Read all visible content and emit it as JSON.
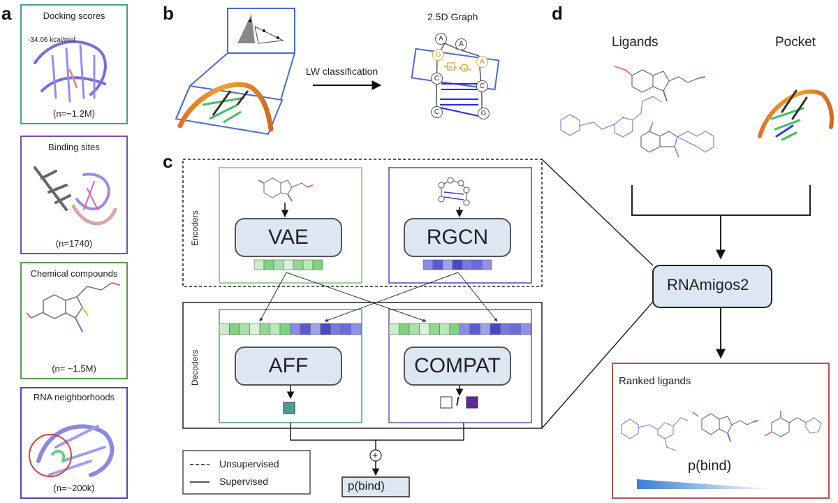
{
  "panels": {
    "a": "a",
    "b": "b",
    "c": "c",
    "d": "d"
  },
  "panel_a": {
    "boxes": [
      {
        "title": "Docking scores",
        "annotation": "-34.06 kcal/mol",
        "count": "(n=~1.2M)",
        "border": "#4a9a9a"
      },
      {
        "title": "Binding sites",
        "count": "(n=1740)",
        "border": "#7a4fb0"
      },
      {
        "title": "Chemical compounds",
        "count": "(n= ~1.5M)",
        "border": "#5a9a4a"
      },
      {
        "title": "RNA neighborhoods",
        "count": "(n=~200k)",
        "border": "#4a4ac0"
      }
    ]
  },
  "panel_b": {
    "arrow_label": "LW classification",
    "graph_label": "2.5D Graph",
    "nodes": [
      "A",
      "A",
      "G",
      "A",
      "C",
      "C",
      "C",
      "G"
    ]
  },
  "panel_c": {
    "encoders_label": "Encoders",
    "decoders_label": "Decoders",
    "vae": "VAE",
    "rgcn": "RGCN",
    "aff": "AFF",
    "compat": "COMPAT",
    "compat_sep": "/",
    "plus": "+",
    "output": "p(bind)",
    "legend": {
      "dashed": "Unsupervised",
      "solid": "Supervised"
    }
  },
  "panel_d": {
    "ligands": "Ligands",
    "pocket": "Pocket",
    "model": "RNAmigos2",
    "ranked": "Ranked ligands",
    "pbind": "p(bind)"
  },
  "colors": {
    "teal": "#4a9a9a",
    "purple": "#7a4fb0",
    "green": "#5a9a4a",
    "blue": "#4a4ac0",
    "module_fill": "#dde6f3",
    "red_box": "#c0504d",
    "green_cell": "#7fd37f",
    "blue_cell": "#6a6ae0"
  }
}
